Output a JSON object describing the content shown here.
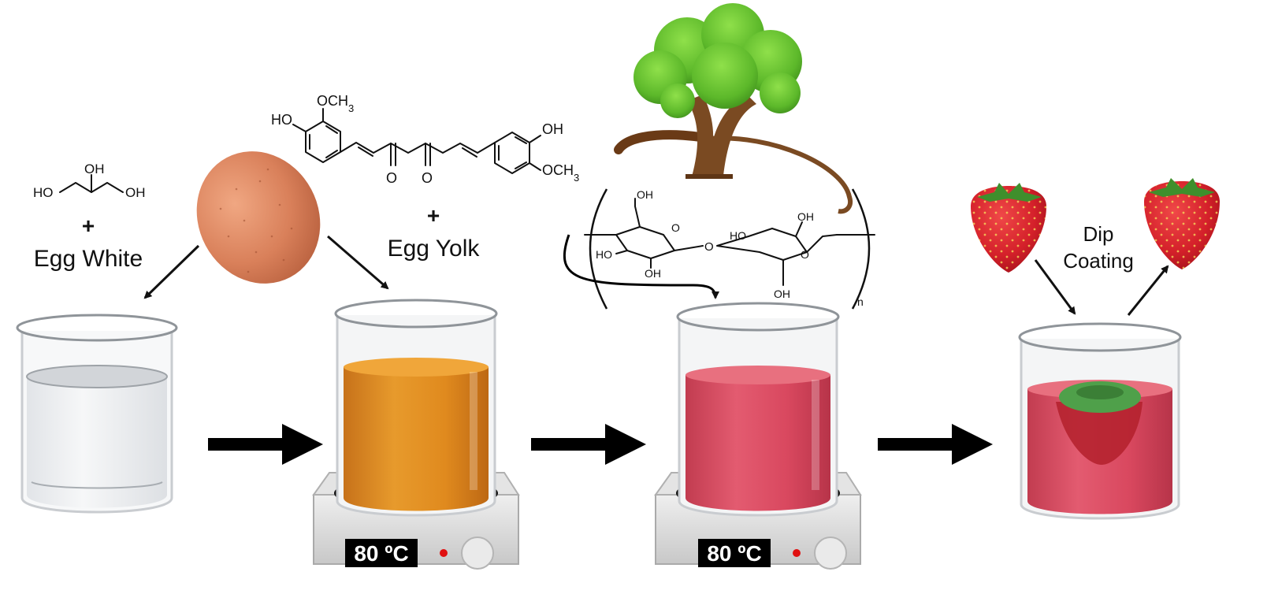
{
  "glycerol": {
    "atoms": {
      "oh_top": "OH",
      "ho_left": "HO",
      "oh_right": "OH"
    },
    "plus": "+",
    "label": "Egg White"
  },
  "curcumin": {
    "atoms": {
      "och3_top": "OCH3",
      "ho_left": "HO",
      "oh_right": "OH",
      "och3_right": "OCH3",
      "o1": "O",
      "o2": "O"
    },
    "plus": "+",
    "label": "Egg Yolk"
  },
  "cellulose": {
    "atoms": {
      "oh_a": "OH",
      "ho_a": "HO",
      "oh_b": "OH",
      "o_link": "O",
      "ho_b": "HO",
      "oh_c": "OH",
      "oh_d": "OH",
      "o_ring2": "O",
      "o_ring1": "O",
      "n": "n"
    }
  },
  "hotplate_1": {
    "display": "80 ºC"
  },
  "hotplate_2": {
    "display": "80 ºC"
  },
  "dip": {
    "label_line1": "Dip",
    "label_line2": "Coating"
  },
  "colors": {
    "clear_liquid": "#eef0f2",
    "yolk_liquid": "#e08a1e",
    "pink_liquid": "#d9485f",
    "egg_shell": "#d9805a",
    "strawberry": "#d4202a",
    "leaf": "#6cc832",
    "trunk": "#7a4a22",
    "hotplate_body": "#d8d8d8"
  }
}
